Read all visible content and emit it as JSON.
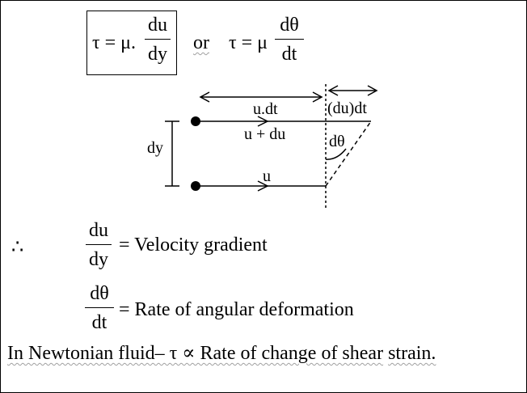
{
  "top_formula": {
    "lhs1": "τ = μ.",
    "frac1": {
      "num": "du",
      "den": "dy"
    },
    "or": "or",
    "lhs2": "τ = μ",
    "frac2": {
      "num": "dθ",
      "den": "dt"
    }
  },
  "diagram": {
    "label_udt": "u.dt",
    "label_dudt": "(du)dt",
    "label_udu": "u + du",
    "label_dy": "dy",
    "label_dtheta": "dθ",
    "label_u": "u"
  },
  "therefore": "∴",
  "eq1": {
    "num": "du",
    "den": "dy",
    "rhs": "= Velocity gradient"
  },
  "eq2": {
    "num": "dθ",
    "den": "dt",
    "rhs": "= Rate of angular deformation"
  },
  "paragraph": {
    "text1": "In Newtonian fluid– τ ∝ Rate of change of shear",
    "text2": "strain."
  }
}
